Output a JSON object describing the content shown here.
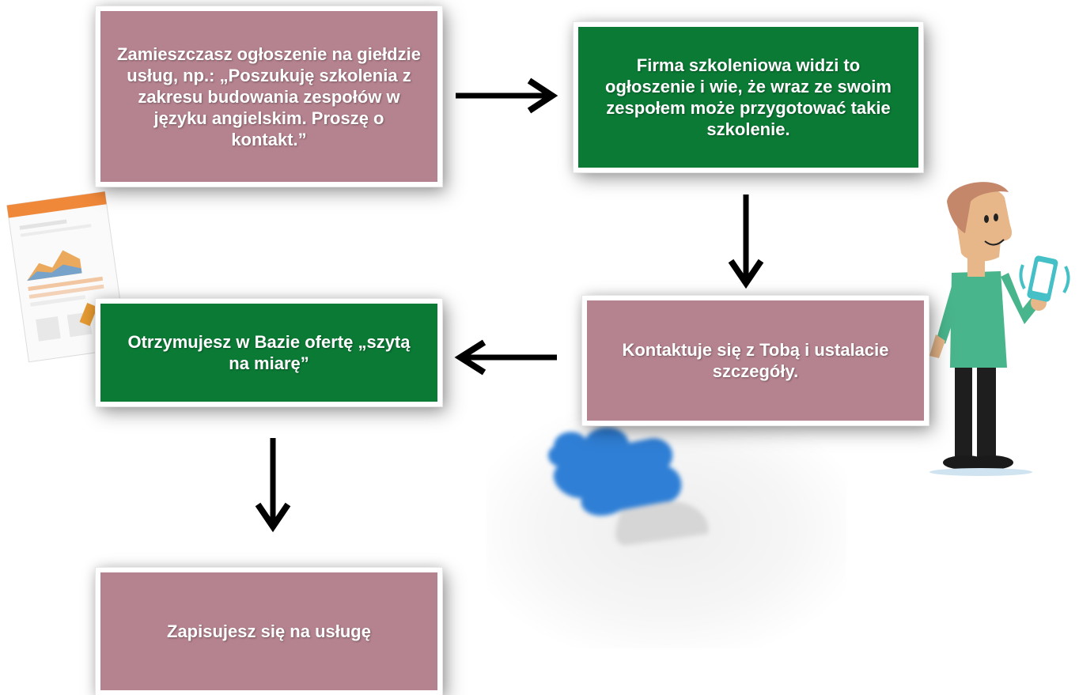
{
  "boxes": {
    "b1": "Zamieszczasz ogłoszenie na giełdzie usług, np.: „Poszukuję szkolenia z zakresu budowania zespołów w języku angielskim. Proszę o kontakt.”",
    "b2": "Firma szkoleniowa widzi to ogłoszenie i wie, że wraz ze swoim zespołem może przygotować takie szkolenie.",
    "b3": "Kontaktuje się z Tobą i ustalacie szczegóły.",
    "b4": "Otrzymujesz w Bazie ofertę „szytą na miarę”",
    "b5": "Zapisujesz się na usługę"
  },
  "colors": {
    "pink": "#b5838f",
    "green": "#0b7a35",
    "arrow": "#000000"
  },
  "icons": [
    "report-document-icon",
    "puzzle-piece-icon",
    "man-with-phone-icon"
  ]
}
